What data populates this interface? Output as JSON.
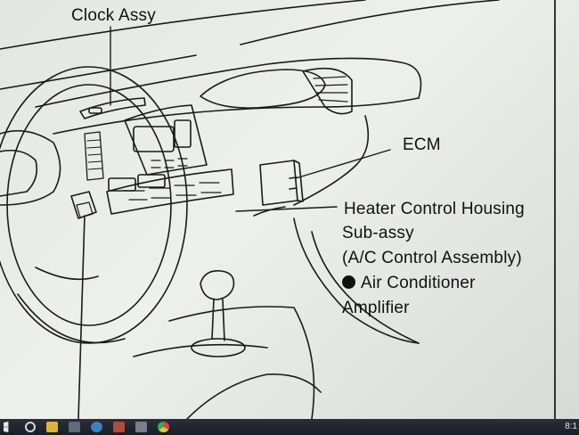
{
  "labels": {
    "clock_assy": "Clock Assy",
    "ecm": "ECM",
    "heater_line1": "Heater Control Housing",
    "heater_line2": "Sub-assy",
    "heater_line3": "(A/C Control Assembly)",
    "amplifier_line1": "Air Conditioner",
    "amplifier_line2": "Amplifier"
  },
  "taskbar": {
    "clock": "8:1",
    "icons": [
      "windows-start-icon",
      "search-icon",
      "folder-icon",
      "store-icon",
      "browser-icon",
      "media-icon",
      "app-icon",
      "chrome-icon"
    ]
  },
  "colors": {
    "line": "#1a1a1a",
    "paper": "#e7e9e5",
    "taskbar": "#20242b"
  }
}
